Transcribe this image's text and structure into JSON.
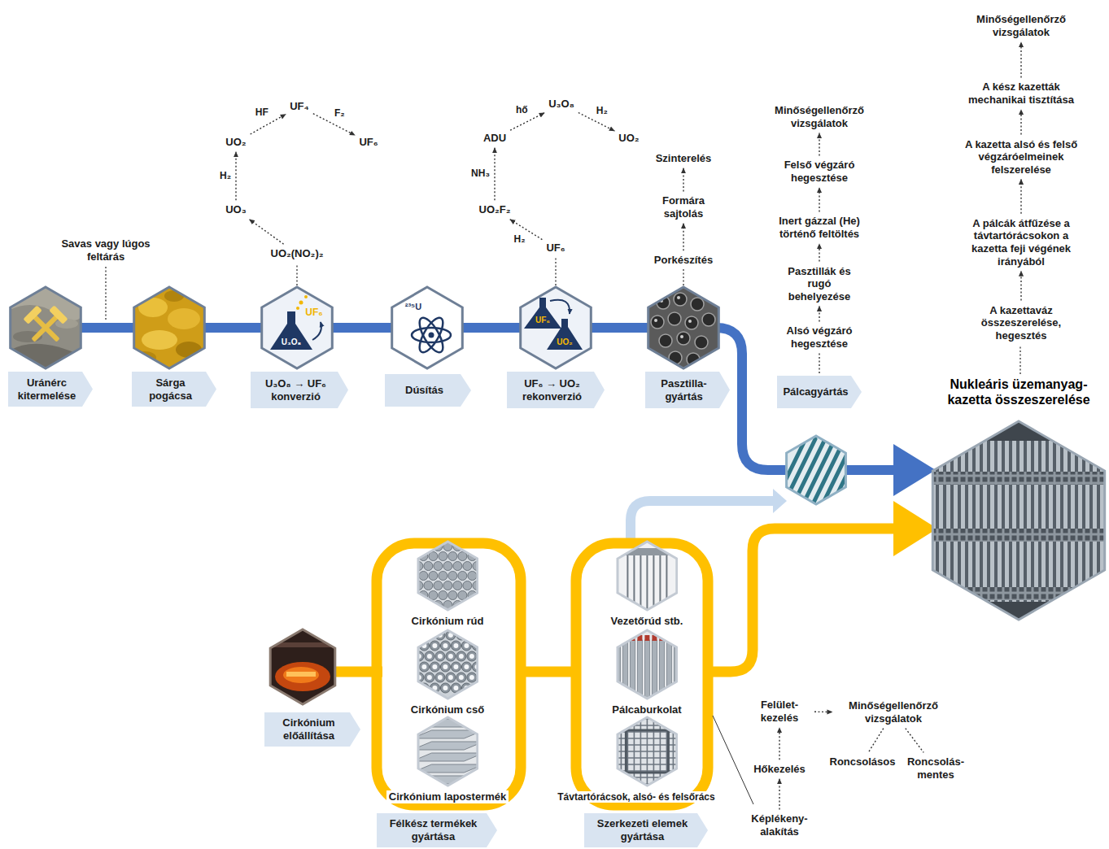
{
  "diagram": {
    "nodes": [
      {
        "text": [
          "Uránérc kitermelése"
        ]
      },
      {
        "text": [
          "Sárga pogácsa"
        ]
      },
      {
        "text": [
          "U₃O₈ → UF₆ konverzió"
        ]
      },
      {
        "text": [
          "Dúsítás"
        ]
      },
      {
        "text": [
          "UF₆ → UO₂ rekonverzió"
        ]
      },
      {
        "text": [
          "Pasztilla- gyártás"
        ]
      },
      {
        "text": [
          "Pálcagyártás"
        ]
      },
      {
        "text": [
          "UO₂(NO₂)₂"
        ]
      },
      {
        "text": [
          "UO₃"
        ]
      },
      {
        "text": [
          "UO₂"
        ]
      },
      {
        "text": [
          "UF₄"
        ]
      },
      {
        "text": [
          "UF₆"
        ]
      },
      {
        "text": [
          "UF₆"
        ]
      },
      {
        "text": [
          "UO₂F₂"
        ]
      },
      {
        "text": [
          "ADU"
        ]
      },
      {
        "text": [
          "U₃O₈"
        ]
      },
      {
        "text": [
          "UO₂"
        ]
      },
      {
        "text": [
          "Porkészítés"
        ]
      },
      {
        "text": [
          "Formára sajtolás"
        ]
      },
      {
        "text": [
          "Szinterelés"
        ]
      },
      {
        "text": [
          "Alsó végzáró hegesztése"
        ]
      },
      {
        "text": [
          "Pasztillák és rugó behelyezése"
        ]
      },
      {
        "text": [
          "Inert gázzal (He) történő feltöltés"
        ]
      },
      {
        "text": [
          "Felső végzáró hegesztése"
        ]
      },
      {
        "text": [
          "Minőségellenőrző vizsgálatok"
        ]
      },
      {
        "text": [
          "A kazettaváz összeszerelése, hegesztés"
        ]
      },
      {
        "text": [
          "A pálcák átfűzése a távtartórácsokon a kazetta feji végének irányából"
        ]
      },
      {
        "text": [
          "A kazetta alsó és felső végzáróelmeinek felszerelése"
        ]
      },
      {
        "text": [
          "A kész kazetták mechanikai tisztítása"
        ]
      },
      {
        "text": [
          "Minőségellenőrző vizsgálatok"
        ]
      },
      {
        "text": [
          "Cirkónium előállítása"
        ]
      },
      {
        "text": [
          "Cirkónium rúd"
        ]
      },
      {
        "text": [
          "Cirkónium cső"
        ]
      },
      {
        "text": [
          "Cirkónium lapostermék"
        ]
      },
      {
        "text": [
          "Félkész termékek gyártása"
        ]
      },
      {
        "text": [
          "Vezetőrúd stb."
        ]
      },
      {
        "text": [
          "Pálcaburkolat"
        ]
      },
      {
        "text": [
          "Távtartórácsok, alsó- és felsőrács"
        ]
      },
      {
        "text": [
          "Szerkezeti elemek gyártása"
        ]
      },
      {
        "text": [
          "Képlékeny- alakítás"
        ]
      },
      {
        "text": [
          "Hőkezelés"
        ]
      },
      {
        "text": [
          "Felület- kezelés"
        ]
      },
      {
        "text": [
          "Minőségellenőrző vizsgálatok"
        ]
      },
      {
        "text": [
          "Roncsolásos"
        ]
      },
      {
        "text": [
          "Roncsolás- mentes"
        ]
      }
    ],
    "edges": [
      {
        "from": 7,
        "to": 8,
        "arrow": "to"
      },
      {
        "from": 8,
        "to": 9,
        "label": "H₂",
        "arrow": "to"
      },
      {
        "from": 9,
        "to": 10,
        "label": "HF",
        "arrow": "to"
      },
      {
        "from": 10,
        "to": 11,
        "label": "F₂",
        "arrow": "to"
      },
      {
        "from": 12,
        "to": 13,
        "label": "H₂",
        "arrow": "to"
      },
      {
        "from": 13,
        "to": 14,
        "label": "NH₃",
        "arrow": "to"
      },
      {
        "from": 14,
        "to": 15,
        "label": "hő",
        "arrow": "to"
      },
      {
        "from": 15,
        "to": 16,
        "label": "H₂",
        "arrow": "to"
      },
      {
        "from": 17,
        "to": 18,
        "arrow": "to"
      },
      {
        "from": 18,
        "to": 19,
        "arrow": "to"
      },
      {
        "from": 6,
        "to": 20,
        "arrow": "none"
      },
      {
        "from": 20,
        "to": 21,
        "arrow": "to"
      },
      {
        "from": 21,
        "to": 22,
        "arrow": "to"
      },
      {
        "from": 22,
        "to": 23,
        "arrow": "to"
      },
      {
        "from": 23,
        "to": 24,
        "arrow": "to"
      },
      {
        "from": 25,
        "to": 26,
        "arrow": "to"
      },
      {
        "from": 26,
        "to": 27,
        "arrow": "to"
      },
      {
        "from": 27,
        "to": 28,
        "arrow": "to"
      },
      {
        "from": 28,
        "to": 29,
        "arrow": "to"
      },
      {
        "from": 39,
        "to": 40,
        "arrow": "to"
      },
      {
        "from": 40,
        "to": 41,
        "arrow": "to"
      },
      {
        "from": 41,
        "to": 42,
        "arrow": "to"
      },
      {
        "from": 42,
        "to": 43,
        "arrow": "none"
      },
      {
        "from": 42,
        "to": 44,
        "arrow": "none"
      }
    ],
    "labels": [
      "Savas vagy lúgos feltárás",
      "UF₆",
      "U₃O₈",
      "²³⁵U",
      "UF₆",
      "UO₂",
      "Nukleáris üzemanyag- kazetta összeszerelése"
    ]
  }
}
